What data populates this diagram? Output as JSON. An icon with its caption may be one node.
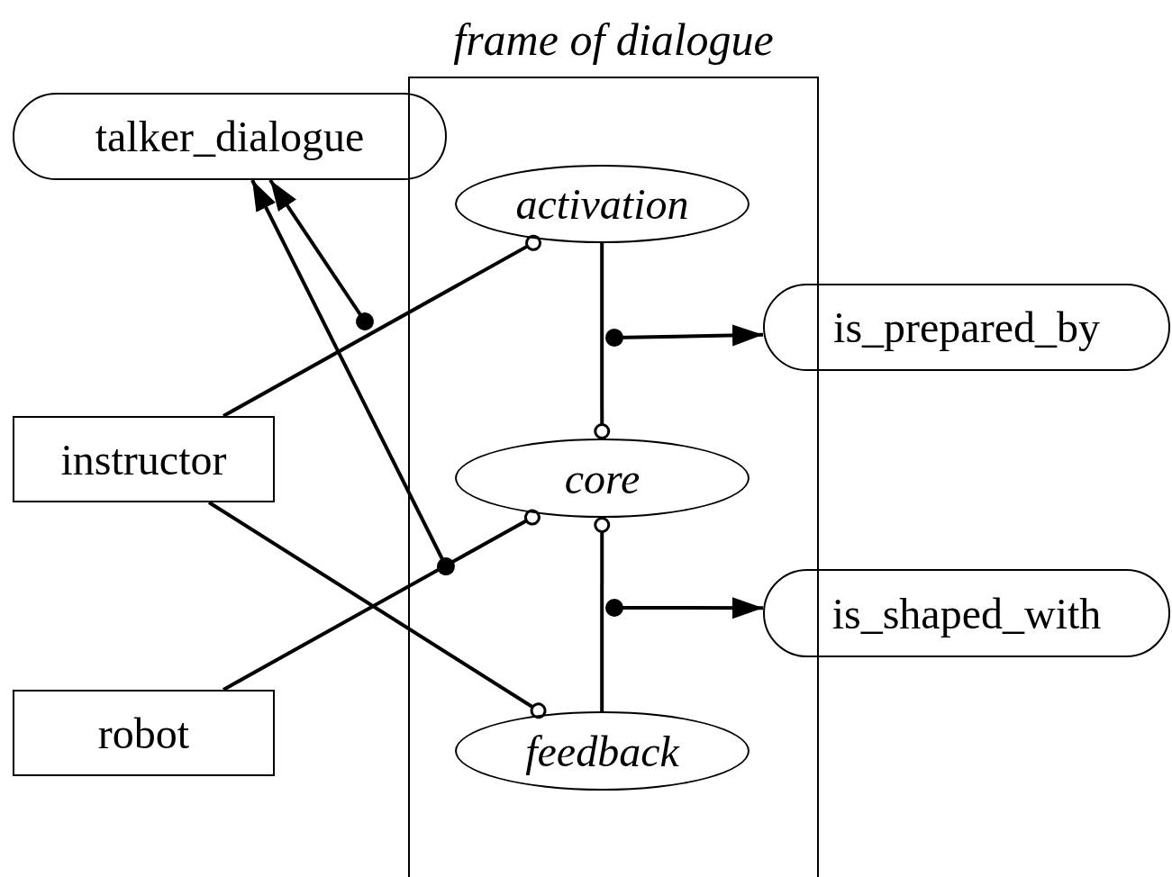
{
  "diagram": {
    "nodes": [
      {
        "text": [
          "frame of dialogue"
        ]
      },
      {
        "text": [
          "talker_dialogue"
        ]
      },
      {
        "text": [
          "activation"
        ],
        "in": 0
      },
      {
        "text": [
          "is_prepared_by"
        ]
      },
      {
        "text": [
          "instructor"
        ]
      },
      {
        "text": [
          "core"
        ],
        "in": 0
      },
      {
        "text": [
          "is_shaped_with"
        ]
      },
      {
        "text": [
          "robot"
        ]
      },
      {
        "text": [
          "feedback"
        ],
        "in": 0
      }
    ],
    "edges": [
      {
        "from": 4,
        "to": 2,
        "arrow": "other"
      },
      {
        "from": 7,
        "to": 5,
        "arrow": "other"
      },
      {
        "from": 4,
        "to": 8,
        "arrow": "other"
      },
      {
        "from": 2,
        "to": 5,
        "arrow": "other"
      },
      {
        "from": 8,
        "to": 5,
        "arrow": "other"
      },
      {
        "from": null,
        "to": 3,
        "arrow": "to"
      },
      {
        "from": null,
        "to": 6,
        "arrow": "to"
      },
      {
        "from": null,
        "to": 1,
        "arrow": "to"
      },
      {
        "from": null,
        "to": 1,
        "arrow": "to"
      }
    ]
  }
}
